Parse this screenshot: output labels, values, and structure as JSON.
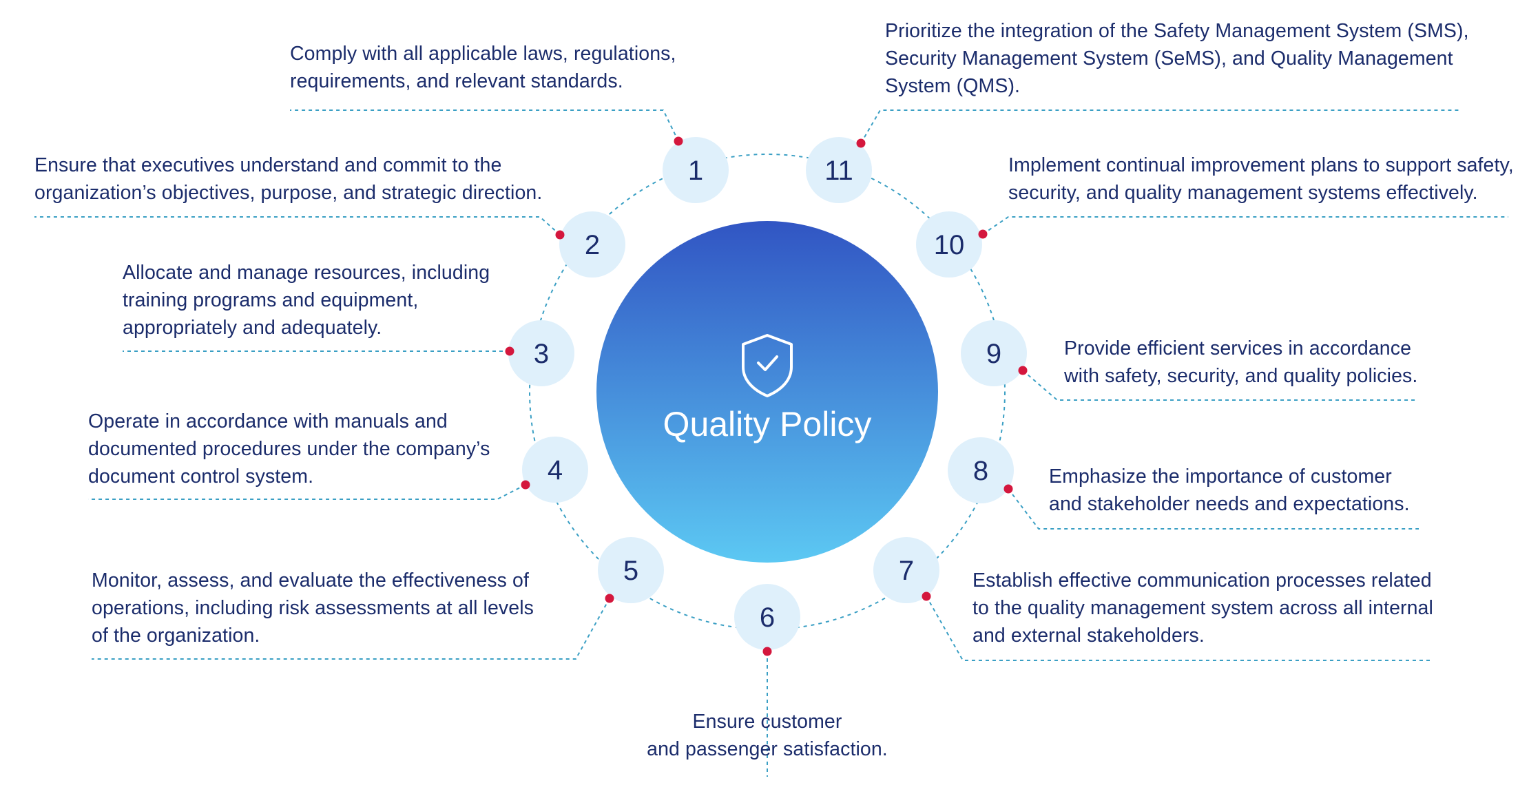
{
  "title": "Quality Policy",
  "center_icon": "shield-check-icon",
  "colors": {
    "center_top": "#3155c3",
    "center_bottom": "#5cc8f3",
    "node_fill": "#dff0fb",
    "number_text": "#1b2c6b",
    "body_text": "#1b2c6b",
    "connector": "#3a9fc4",
    "marker": "#d4173d"
  },
  "items": [
    {
      "number": "1",
      "text": "Comply with all applicable laws, regulations,\nrequirements, and relevant standards."
    },
    {
      "number": "2",
      "text": "Ensure that executives understand and commit to the\norganization’s objectives, purpose, and strategic direction."
    },
    {
      "number": "3",
      "text": "Allocate and manage resources, including\ntraining programs and equipment,\nappropriately and adequately."
    },
    {
      "number": "4",
      "text": "Operate in accordance with manuals and\ndocumented procedures under the company’s\ndocument control system."
    },
    {
      "number": "5",
      "text": "Monitor, assess, and evaluate the effectiveness of\noperations, including risk assessments at all levels\nof the organization."
    },
    {
      "number": "6",
      "text": "Ensure customer\nand passenger satisfaction."
    },
    {
      "number": "7",
      "text": "Establish effective communication processes related\nto the quality management system across all internal\nand external stakeholders."
    },
    {
      "number": "8",
      "text": "Emphasize the importance of customer\nand stakeholder needs and expectations."
    },
    {
      "number": "9",
      "text": "Provide efficient services in accordance\nwith safety, security, and quality policies."
    },
    {
      "number": "10",
      "text": "Implement continual improvement plans to support safety,\nsecurity, and quality management systems effectively."
    },
    {
      "number": "11",
      "text": "Prioritize the integration of the Safety Management System (SMS),\nSecurity Management System (SeMS), and Quality Management\nSystem (QMS)."
    }
  ]
}
